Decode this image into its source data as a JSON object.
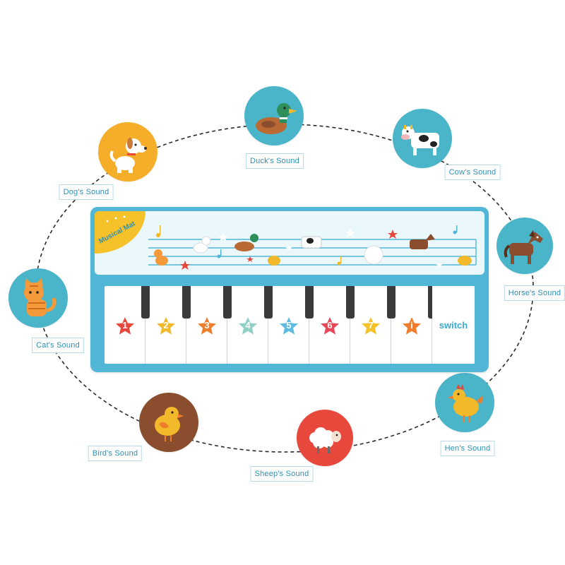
{
  "labels": {
    "dog": "Dog's Sound",
    "duck": "Duck's Sound",
    "cow": "Cow's Sound",
    "horse": "Horse's Sound",
    "cat": "Cat's Sound",
    "bird": "Bird's Sound",
    "sheep": "Sheep's Sound",
    "hen": "Hen's Sound"
  },
  "mat": {
    "logo_text": "Musical Mat",
    "switch_label": "switch",
    "keys": [
      {
        "num": "1",
        "color": "#e8473c"
      },
      {
        "num": "2",
        "color": "#f2b92a"
      },
      {
        "num": "3",
        "color": "#ee7d2c"
      },
      {
        "num": "4",
        "color": "#8fd0c7"
      },
      {
        "num": "5",
        "color": "#5fbbe0"
      },
      {
        "num": "6",
        "color": "#e8475a"
      },
      {
        "num": "7",
        "color": "#f5c22c"
      },
      {
        "num": "i",
        "color": "#ee7d2c"
      }
    ]
  },
  "colors": {
    "mat_blue": "#52b7d7",
    "dog_bg": "#f4ae2a",
    "duck_bg": "#4ab4c9",
    "cow_bg": "#4ab4c9",
    "horse_bg": "#4ab4c9",
    "cat_bg": "#4ab4c9",
    "bird_bg": "#8a4e2f",
    "sheep_bg": "#e8473c",
    "hen_bg": "#4ab4c9"
  },
  "icons": [
    "dog-icon",
    "duck-icon",
    "cow-icon",
    "horse-icon",
    "cat-icon",
    "bird-icon",
    "sheep-icon",
    "hen-icon",
    "star-icon",
    "music-note-icon"
  ]
}
